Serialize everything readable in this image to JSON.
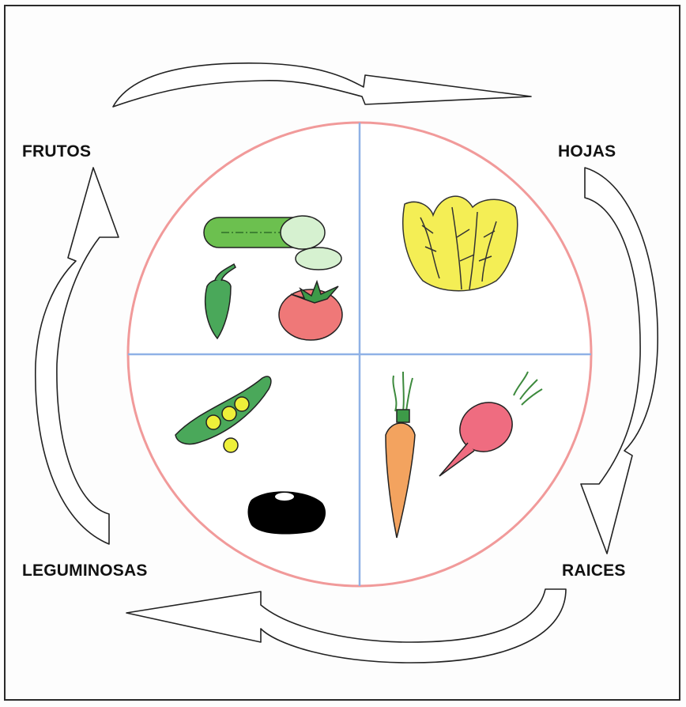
{
  "labels": {
    "frutos": "FRUTOS",
    "hojas": "HOJAS",
    "leguminosas": "LEGUMINOSAS",
    "raices": "RAICES"
  },
  "colors": {
    "circle_outline": "#f19a9a",
    "quadrant_divider": "#8fb1e6",
    "arrow_outline": "#222222",
    "cucumber": "#6cc04f",
    "pepper": "#4aa85a",
    "tomato": "#ef7878",
    "lettuce": "#f4ee55",
    "pea_pod": "#4aa85a",
    "peas": "#eef03a",
    "bean": "#000000",
    "carrot": "#f3a35f",
    "radish": "#ef6c80"
  },
  "icons": {
    "top_quadrant_left": [
      "cucumber-icon",
      "pepper-icon",
      "tomato-icon"
    ],
    "top_quadrant_right": [
      "lettuce-icon"
    ],
    "bottom_quadrant_left": [
      "pea-pod-icon",
      "bean-icon"
    ],
    "bottom_quadrant_right": [
      "carrot-icon",
      "radish-icon"
    ],
    "cycle": [
      "arrow-top-icon",
      "arrow-right-icon",
      "arrow-bottom-icon",
      "arrow-left-icon"
    ]
  }
}
